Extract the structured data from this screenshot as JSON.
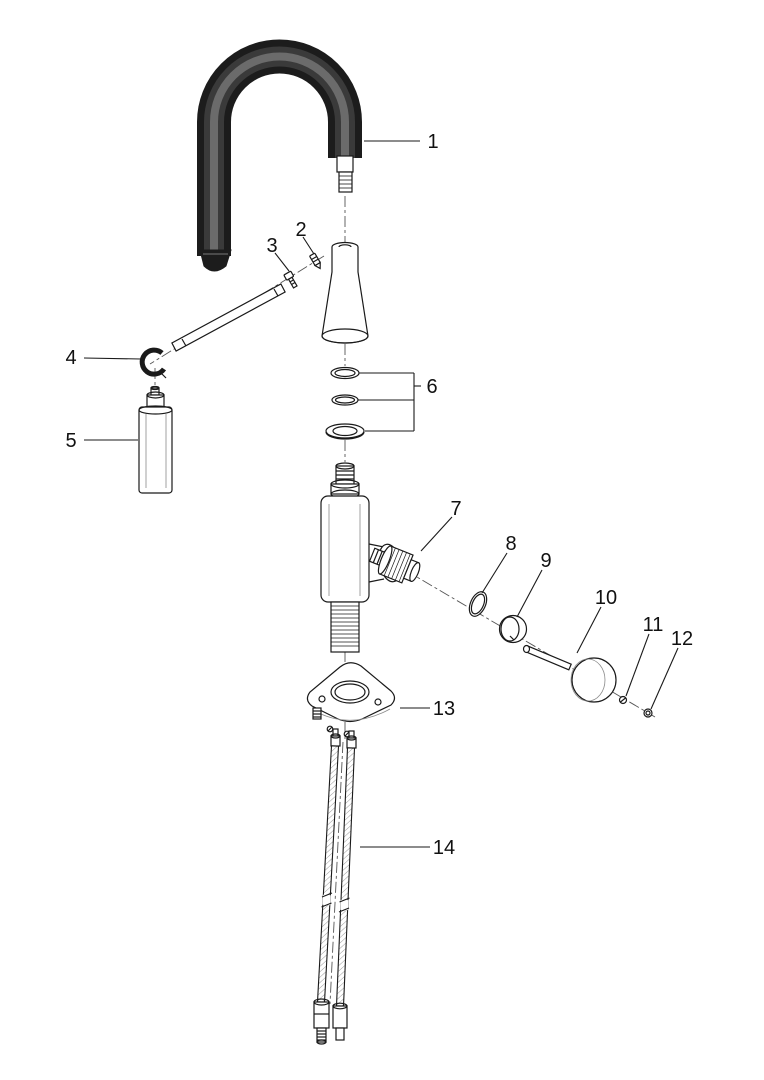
{
  "diagram": {
    "type": "exploded-parts-diagram",
    "background_color": "#ffffff",
    "line_color": "#1a1a1a",
    "spout_fill": "#1c1c1c",
    "callouts": [
      {
        "label": "1"
      },
      {
        "label": "2"
      },
      {
        "label": "3"
      },
      {
        "label": "4"
      },
      {
        "label": "5"
      },
      {
        "label": "6"
      },
      {
        "label": "7"
      },
      {
        "label": "8"
      },
      {
        "label": "9"
      },
      {
        "label": "10"
      },
      {
        "label": "11"
      },
      {
        "label": "12"
      },
      {
        "label": "13"
      },
      {
        "label": "14"
      }
    ]
  }
}
